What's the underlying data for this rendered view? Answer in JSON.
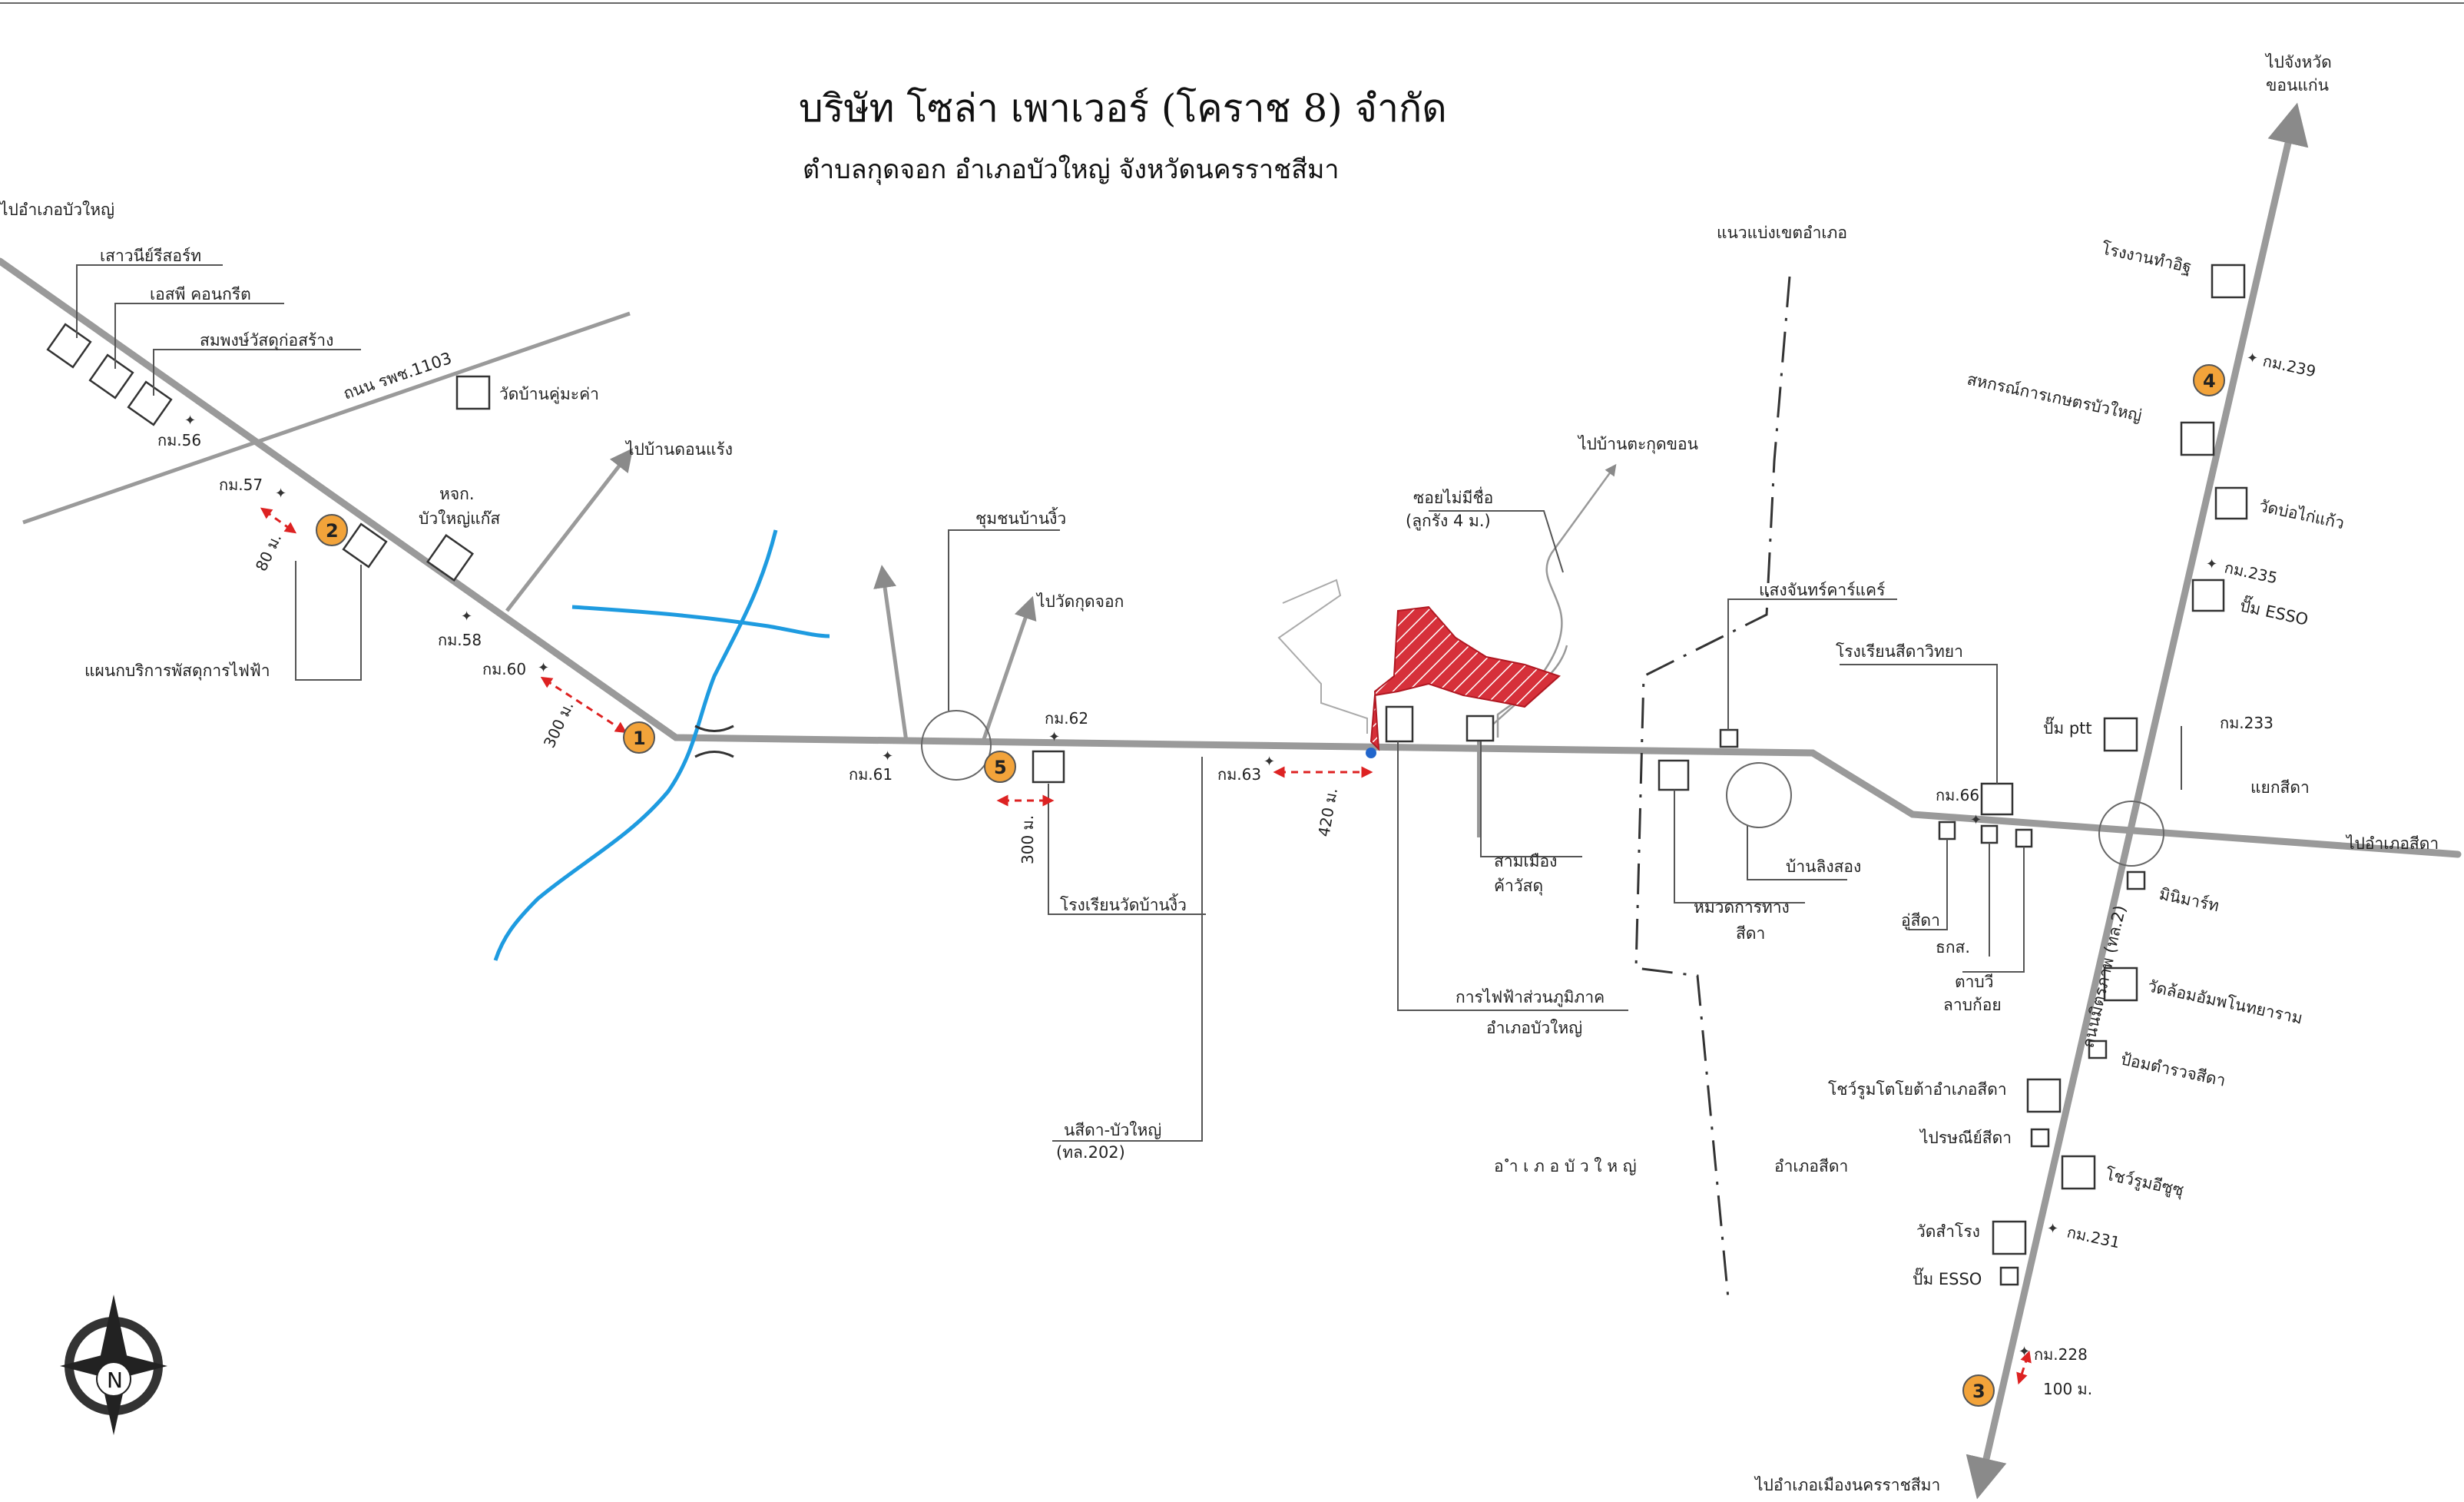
{
  "header": {
    "title": "บริษัท โซล่า เพาเวอร์ (โคราช 8) จำกัด",
    "subtitle": "ตำบลกุดจอก อำเภอบัวใหญ่ จังหวัดนครราชสีมา"
  },
  "places": {
    "khon_kaen_1": "ไปจังหวัด",
    "khon_kaen_2": "ขอนแก่น",
    "bua_yai_dir": "ไปอำเภอบัวใหญ่",
    "resort": "เสาวนีย์รีสอร์ท",
    "concrete": "เอสพี คอนกรีต",
    "material": "สมพงษ์วัสดุก่อสร้าง",
    "road_1103": "ถนน รพช.1103",
    "wat_khummakha": "วัดบ้านคู่มะค่า",
    "don_raeng": "ไปบ้านดอนแร้ง",
    "gas_1": "หจก.",
    "gas_2": "บัวใหญ่แก๊ส",
    "pea_supply": "แผนกบริการพัสดุการไฟฟ้า",
    "community": "ชุมชนบ้านงิ้ว",
    "kut_chok": "ไปวัดกุดจอก",
    "school_ngio": "โรงเรียนวัดบ้านงิ้ว",
    "road_202_1": "นสีดา-บัวใหญ่",
    "road_202_2": "(ทล.202)",
    "soi_1": "ซอยไม่มีชื่อ",
    "soi_2": "(ลูกรัง 4 ม.)",
    "ta_kut_khon": "ไปบ้านตะกุดขอน",
    "sam_mueang_1": "สามเมือง",
    "sam_mueang_2": "ค้าวัสดุ",
    "pea_office_1": "การไฟฟ้าส่วนภูมิภาค",
    "pea_office_2": "อำเภอบัวใหญ่",
    "district_border": "แนวแบ่งเขตอำเภอ",
    "district_bua_yai": "อ ำ เ ภ อ บั ว ใ ห ญ่",
    "district_sida": "อำเภอสีดา",
    "saengchan": "แสงจันทร์คาร์แคร์",
    "highway_dept_1": "หมวดการทาง",
    "highway_dept_2": "สีดา",
    "ling_song": "บ้านลิงสอง",
    "school_sida": "โรงเรียนสีดาวิทยา",
    "u_sida": "อู่สีดา",
    "baac": "ธกส.",
    "tabwi_1": "ตาบวี",
    "tabwi_2": "ลาบก้อย",
    "brick_factory": "โรงงานทำอิฐ",
    "coop": "สหกรณ์การเกษตรบัวใหญ่",
    "wat_bokaikaew": "วัดบ่อไก่แก้ว",
    "esso_1": "ปั๊ม ESSO",
    "ptt": "ปั๊ม ptt",
    "sida_junction": "แยกสีดา",
    "sida_dir": "ไปอำเภอสีดา",
    "minimart": "มินิมาร์ท",
    "mittraphap_road": "ถนนมิตรภาพ (ทล.2)",
    "wat_lom": "วัดล้อมอัมพโนทยาราม",
    "police": "ป้อมตำรวจสีดา",
    "toyota": "โชว์รูมโตโยต้าอำเภอสีดา",
    "post": "ไปรษณีย์สีดา",
    "isuzu": "โชว์รูมอีซูซุ",
    "wat_samrong": "วัดสำโรง",
    "esso_2": "ปั๊ม ESSO",
    "korat_dir": "ไปอำเภอเมืองนครราชสีมา",
    "north": "N"
  },
  "km_posts": {
    "km56": "กม.56",
    "km57": "กม.57",
    "km58": "กม.58",
    "km60": "กม.60",
    "km61": "กม.61",
    "km62": "กม.62",
    "km63": "กม.63",
    "km66": "กม.66",
    "km228": "กม.228",
    "km231": "กม.231",
    "km233": "กม.233",
    "km235": "กม.235",
    "km239": "กม.239"
  },
  "distances": {
    "d80": "80 ม.",
    "d300a": "300 ม.",
    "d300b": "300 ม.",
    "d420": "420 ม.",
    "d100": "100 ม."
  },
  "markers": [
    "1",
    "2",
    "3",
    "4",
    "5"
  ],
  "colors": {
    "road": "#9a9a9a",
    "river": "#1e9be0",
    "site": "#d6303a",
    "marker": "#f2a33a",
    "measure": "#d22222"
  }
}
